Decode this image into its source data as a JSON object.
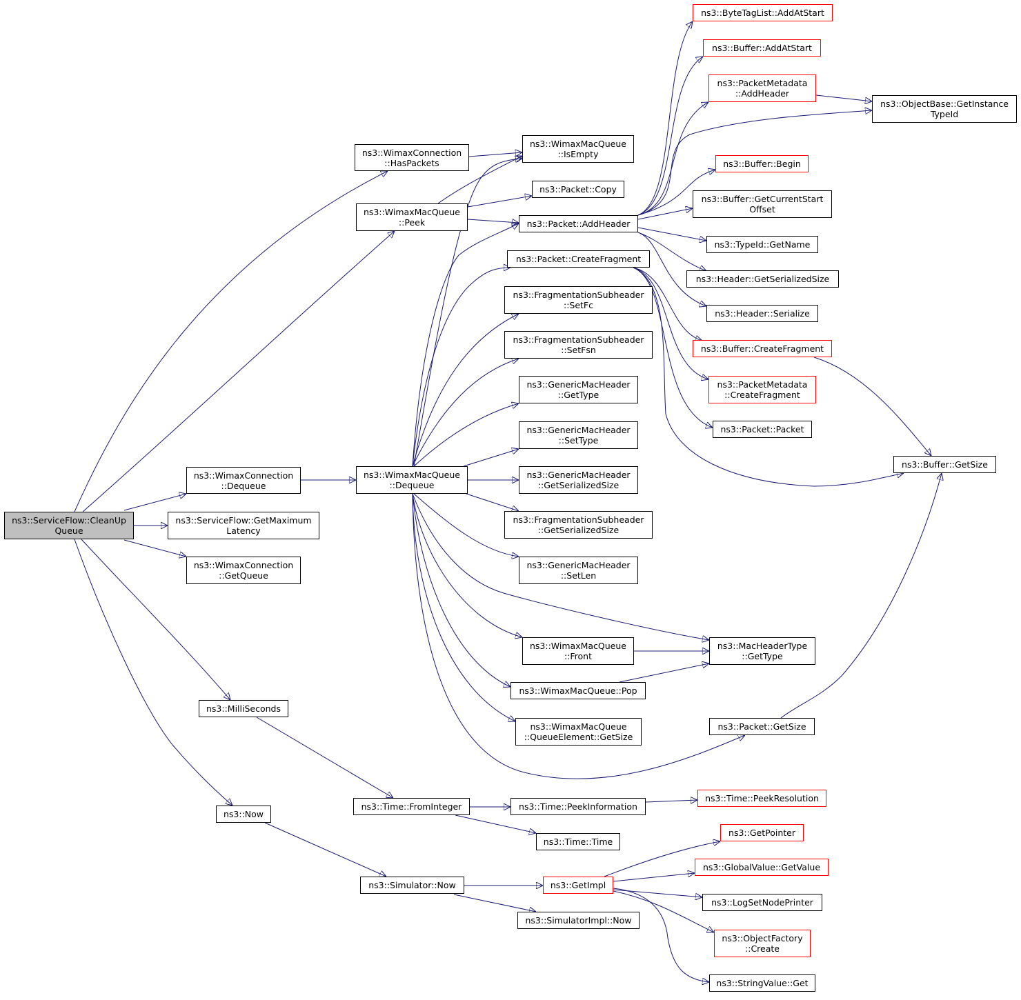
{
  "colors": {
    "edge": "#191970",
    "node_border": "#000000",
    "truncated_border": "#ff0000",
    "root_fill": "#bfbfbf"
  },
  "nodes": {
    "root": {
      "lines": [
        "ns3::ServiceFlow::CleanUp",
        "Queue"
      ]
    },
    "conn_haspackets": {
      "lines": [
        "ns3::WimaxConnection",
        "::HasPackets"
      ]
    },
    "queue_peek": {
      "lines": [
        "ns3::WimaxMacQueue",
        "::Peek"
      ]
    },
    "conn_dequeue": {
      "lines": [
        "ns3::WimaxConnection",
        "::Dequeue"
      ]
    },
    "sf_getmaxlatency": {
      "lines": [
        "ns3::ServiceFlow::GetMaximum",
        "Latency"
      ]
    },
    "conn_getqueue": {
      "lines": [
        "ns3::WimaxConnection",
        "::GetQueue"
      ]
    },
    "milliseconds": {
      "lines": [
        "ns3::MilliSeconds"
      ]
    },
    "now": {
      "lines": [
        "ns3::Now"
      ]
    },
    "queue_isempty": {
      "lines": [
        "ns3::WimaxMacQueue",
        "::IsEmpty"
      ]
    },
    "packet_copy": {
      "lines": [
        "ns3::Packet::Copy"
      ]
    },
    "packet_addheader": {
      "lines": [
        "ns3::Packet::AddHeader"
      ]
    },
    "packet_createfragment": {
      "lines": [
        "ns3::Packet::CreateFragment"
      ]
    },
    "fragsub_setfc": {
      "lines": [
        "ns3::FragmentationSubheader",
        "::SetFc"
      ]
    },
    "fragsub_setfsn": {
      "lines": [
        "ns3::FragmentationSubheader",
        "::SetFsn"
      ]
    },
    "gmh_gettype": {
      "lines": [
        "ns3::GenericMacHeader",
        "::GetType"
      ]
    },
    "gmh_settype": {
      "lines": [
        "ns3::GenericMacHeader",
        "::SetType"
      ]
    },
    "gmh_getserializedsize": {
      "lines": [
        "ns3::GenericMacHeader",
        "::GetSerializedSize"
      ]
    },
    "fragsub_getserializedsize": {
      "lines": [
        "ns3::FragmentationSubheader",
        "::GetSerializedSize"
      ]
    },
    "gmh_setlen": {
      "lines": [
        "ns3::GenericMacHeader",
        "::SetLen"
      ]
    },
    "queue_front": {
      "lines": [
        "ns3::WimaxMacQueue",
        "::Front"
      ]
    },
    "queue_pop": {
      "lines": [
        "ns3::WimaxMacQueue::Pop"
      ]
    },
    "queueelement_getsize": {
      "lines": [
        "ns3::WimaxMacQueue",
        "::QueueElement::GetSize"
      ]
    },
    "queue_dequeue": {
      "lines": [
        "ns3::WimaxMacQueue",
        "::Dequeue"
      ]
    },
    "time_frominteger": {
      "lines": [
        "ns3::Time::FromInteger"
      ]
    },
    "time_peekinformation": {
      "lines": [
        "ns3::Time::PeekInformation"
      ]
    },
    "time_time": {
      "lines": [
        "ns3::Time::Time"
      ]
    },
    "simulator_now": {
      "lines": [
        "ns3::Simulator::Now"
      ]
    },
    "getimpl": {
      "lines": [
        "ns3::GetImpl"
      ]
    },
    "simulatorimpl_now": {
      "lines": [
        "ns3::SimulatorImpl::Now"
      ]
    },
    "bytetaglist_addatstart": {
      "lines": [
        "ns3::ByteTagList::AddAtStart"
      ]
    },
    "buffer_addatstart": {
      "lines": [
        "ns3::Buffer::AddAtStart"
      ]
    },
    "packetmetadata_addheader": {
      "lines": [
        "ns3::PacketMetadata",
        "::AddHeader"
      ]
    },
    "objectbase_getinstancetypeid": {
      "lines": [
        "ns3::ObjectBase::GetInstance",
        "TypeId"
      ]
    },
    "buffer_begin": {
      "lines": [
        "ns3::Buffer::Begin"
      ]
    },
    "buffer_getcurrentstartoffset": {
      "lines": [
        "ns3::Buffer::GetCurrentStart",
        "Offset"
      ]
    },
    "typeid_getname": {
      "lines": [
        "ns3::TypeId::GetName"
      ]
    },
    "header_getserializedsize": {
      "lines": [
        "ns3::Header::GetSerializedSize"
      ]
    },
    "header_serialize": {
      "lines": [
        "ns3::Header::Serialize"
      ]
    },
    "buffer_createfragment": {
      "lines": [
        "ns3::Buffer::CreateFragment"
      ]
    },
    "packetmetadata_createfragment": {
      "lines": [
        "ns3::PacketMetadata",
        "::CreateFragment"
      ]
    },
    "packet_packet": {
      "lines": [
        "ns3::Packet::Packet"
      ]
    },
    "buffer_getsize": {
      "lines": [
        "ns3::Buffer::GetSize"
      ]
    },
    "macheadertype_gettype": {
      "lines": [
        "ns3::MacHeaderType",
        "::GetType"
      ]
    },
    "packet_getsize": {
      "lines": [
        "ns3::Packet::GetSize"
      ]
    },
    "time_peekresolution": {
      "lines": [
        "ns3::Time::PeekResolution"
      ]
    },
    "getpointer": {
      "lines": [
        "ns3::GetPointer"
      ]
    },
    "globalvalue_getvalue": {
      "lines": [
        "ns3::GlobalValue::GetValue"
      ]
    },
    "logsetnodeprinter": {
      "lines": [
        "ns3::LogSetNodePrinter"
      ]
    },
    "objectfactory_create": {
      "lines": [
        "ns3::ObjectFactory",
        "::Create"
      ]
    },
    "stringvalue_get": {
      "lines": [
        "ns3::StringValue::Get"
      ]
    }
  }
}
